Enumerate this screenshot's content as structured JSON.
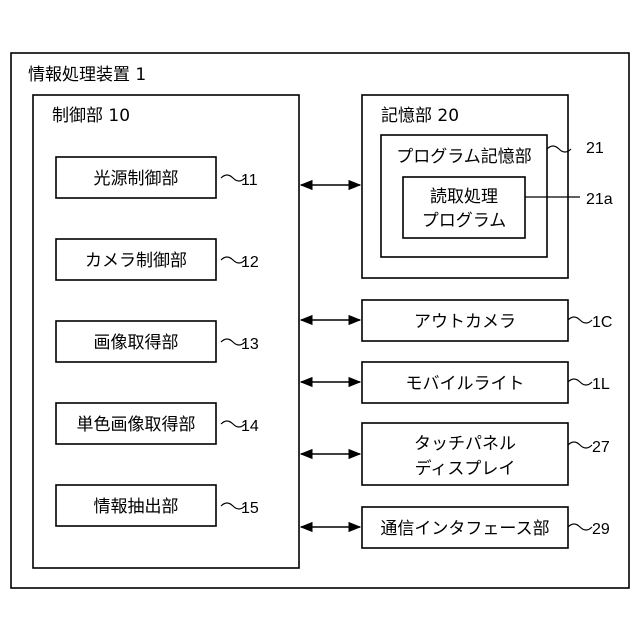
{
  "device": {
    "label": "情報処理装置 1"
  },
  "control": {
    "label": "制御部 10",
    "units": [
      {
        "label": "光源制御部",
        "ref": "11"
      },
      {
        "label": "カメラ制御部",
        "ref": "12"
      },
      {
        "label": "画像取得部",
        "ref": "13"
      },
      {
        "label": "単色画像取得部",
        "ref": "14"
      },
      {
        "label": "情報抽出部",
        "ref": "15"
      }
    ]
  },
  "storage": {
    "label": "記憶部 20",
    "program_storage": {
      "label": "プログラム記憶部",
      "ref": "21"
    },
    "read_program": {
      "line1": "読取処理",
      "line2": "プログラム",
      "ref": "21a"
    }
  },
  "peripherals": [
    {
      "line1": "アウトカメラ",
      "line2": "",
      "ref": "1C"
    },
    {
      "line1": "モバイルライト",
      "line2": "",
      "ref": "1L"
    },
    {
      "line1": "タッチパネル",
      "line2": "ディスプレイ",
      "ref": "27"
    },
    {
      "line1": "通信インタフェース部",
      "line2": "",
      "ref": "29"
    }
  ]
}
